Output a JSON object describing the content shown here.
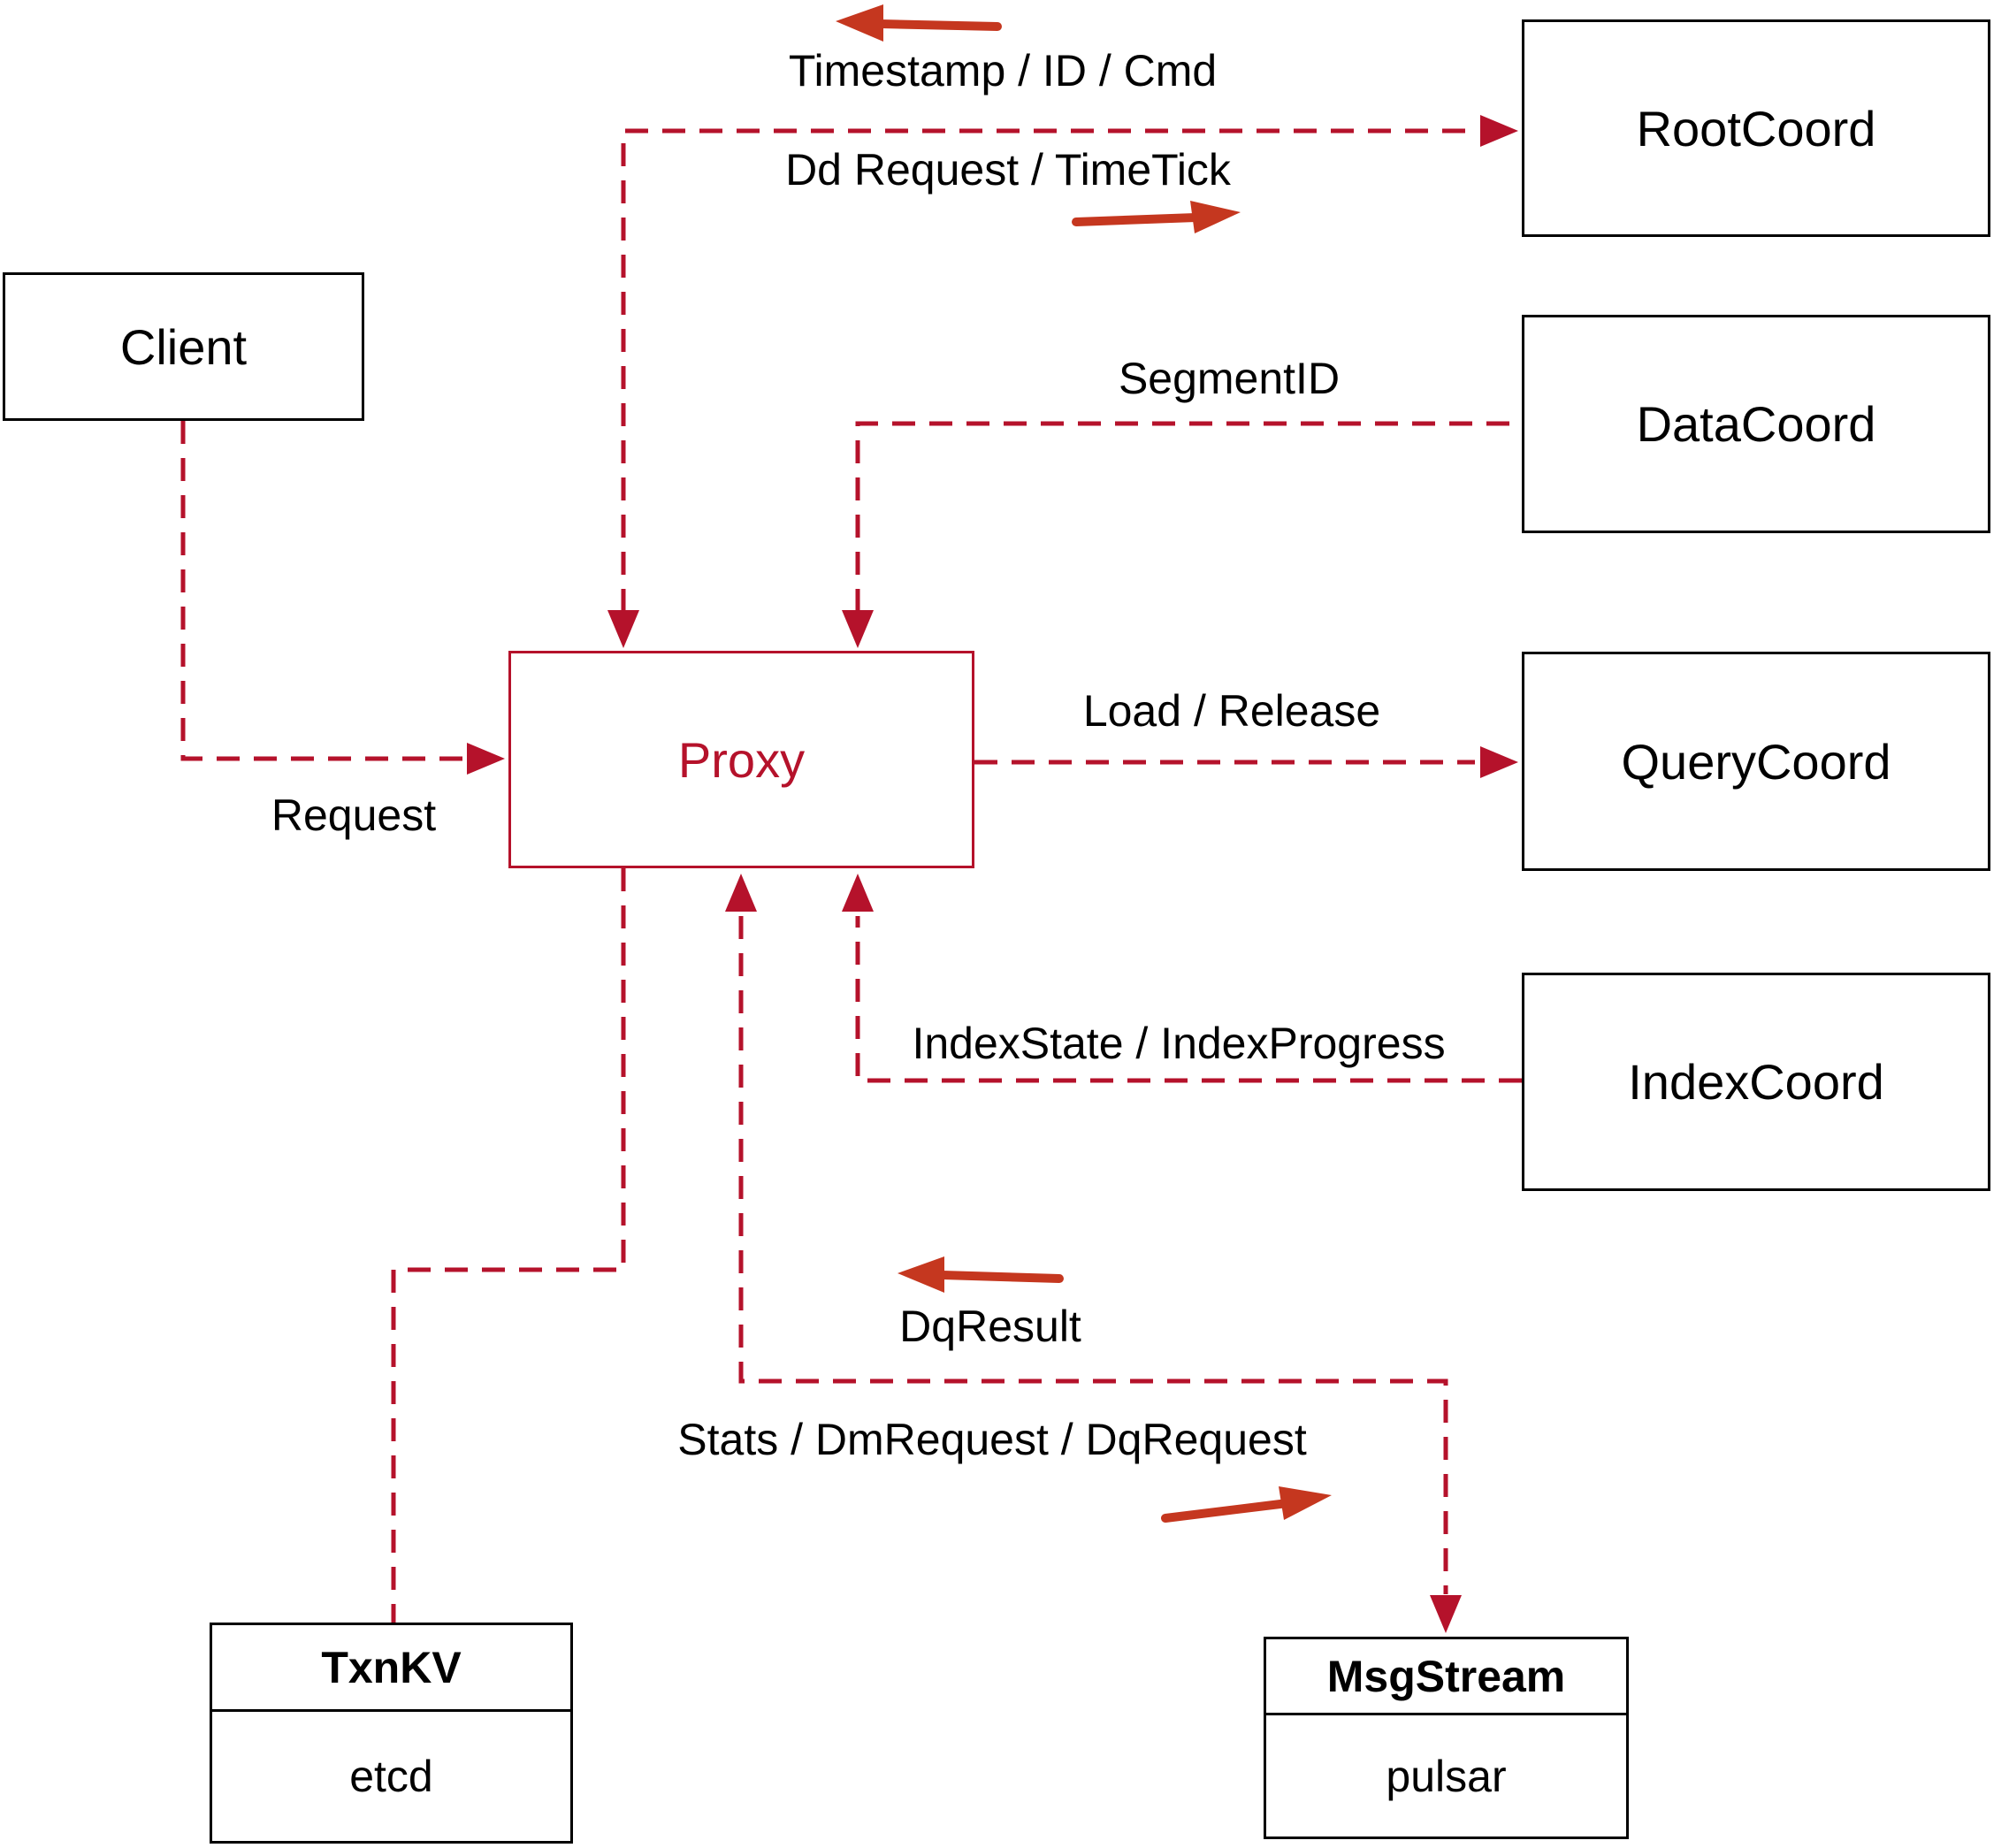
{
  "nodes": {
    "client": "Client",
    "root_coord": "RootCoord",
    "data_coord": "DataCoord",
    "query_coord": "QueryCoord",
    "index_coord": "IndexCoord",
    "proxy": "Proxy",
    "txn_kv": {
      "title": "TxnKV",
      "impl": "etcd"
    },
    "msg_stream": {
      "title": "MsgStream",
      "impl": "pulsar"
    }
  },
  "edge_labels": {
    "timestamp": "Timestamp / ID / Cmd",
    "dd_request": "Dd Request / TimeTick",
    "segment_id": "SegmentID",
    "load_release": "Load / Release",
    "index_state": "IndexState / IndexProgress",
    "request": "Request",
    "dq_result": "DqResult",
    "stats": "Stats / DmRequest / DqRequest"
  },
  "colors": {
    "dashed_line": "#b5122b",
    "solid_arrow": "#c5371f",
    "box_border": "#000000",
    "text": "#000000",
    "background": "#ffffff"
  }
}
